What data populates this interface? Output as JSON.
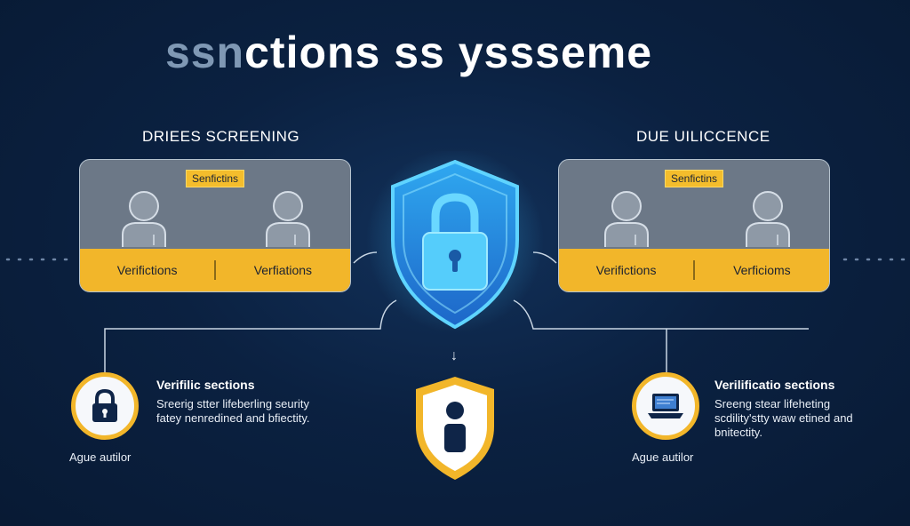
{
  "title": {
    "dim": "ssn",
    "bright": "ctions ss yssseme"
  },
  "left_heading": "DRIEES SCREENING",
  "right_heading": "DUE UILICCENCE",
  "left_card": {
    "tag": "Senfictins",
    "cells": [
      "Verifictions",
      "Verfiations"
    ]
  },
  "right_card": {
    "tag": "Senfictins",
    "cells": [
      "Verifictions",
      "Verficioms"
    ]
  },
  "left_node": {
    "title": "Verifilic sections",
    "body": "Sreerig stter lifeberling seurity fatey nenredined and bfiectity.",
    "caption": "Ague autilor",
    "icon": "padlock-icon"
  },
  "right_node": {
    "title": "Verilificatio sections",
    "body": "Sreeng stear lifeheting scdility'stty waw etined and bnitectity.",
    "caption": "Ague autilor",
    "icon": "laptop-icon"
  },
  "center_shield": {
    "icon": "padlock-shield-icon",
    "accent": "#3fc3ff"
  },
  "bottom_shield": {
    "icon": "person-shield-icon",
    "accent": "#f2b62a"
  },
  "arrow_glyph": "↓",
  "colors": {
    "background": "#0b2141",
    "gold": "#f2b62a",
    "card_gray": "#6c7887",
    "cyan": "#3fc3ff"
  }
}
